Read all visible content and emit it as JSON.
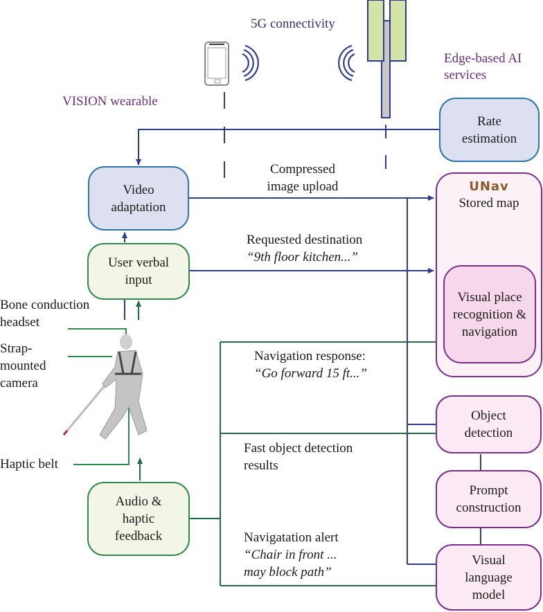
{
  "titles": {
    "connectivity": "5G connectivity",
    "edge": "Edge-based AI services",
    "edge_line1": "Edge-based AI",
    "edge_line2": "services",
    "wearable": "VISION wearable"
  },
  "boxes": {
    "rate_estimation": [
      "Rate",
      "estimation"
    ],
    "video_adaptation": [
      "Video",
      "adaptation"
    ],
    "user_verbal_input": [
      "User verbal",
      "input"
    ],
    "audio_haptic_feedback": [
      "Audio &",
      "haptic",
      "feedback"
    ],
    "stored_map": {
      "logo": "UNav",
      "label": "Stored map"
    },
    "visual_place_recognition": [
      "Visual place",
      "recognition &",
      "navigation"
    ],
    "object_detection": [
      "Object",
      "detection"
    ],
    "prompt_construction": [
      "Prompt",
      "construction"
    ],
    "visual_language_model": [
      "Visual",
      "language",
      "model"
    ]
  },
  "flows": {
    "compressed_upload": [
      "Compressed",
      "image upload"
    ],
    "requested_destination": {
      "label": "Requested destination",
      "quote": "“9th floor kitchen...”"
    },
    "navigation_response": {
      "label": "Navigation response:",
      "quote": "“Go forward 15 ft...”"
    },
    "fast_object_detection": [
      "Fast object detection",
      "results"
    ],
    "navigation_alert": {
      "label": "Navigatation alert",
      "quote1": "“Chair in front ...",
      "quote2": "may block path”"
    }
  },
  "wearable_parts": {
    "headset": [
      "Bone conduction",
      "headset"
    ],
    "camera": [
      "Strap-",
      "mounted",
      "camera"
    ],
    "belt": "Haptic belt"
  },
  "icons": {
    "phone": "smartphone-icon",
    "tower": "cell-tower-icon",
    "person": "walking-person-with-cane-icon",
    "map": "floor-map-thumbnail"
  },
  "colors": {
    "navy_line": "#2f3b8c",
    "green_line": "#1f6b45",
    "purple_border": "#7b2d8b",
    "blue_border": "#2e74a8",
    "green_border": "#2e8a4e",
    "tower_green": "#d4e4a8"
  }
}
